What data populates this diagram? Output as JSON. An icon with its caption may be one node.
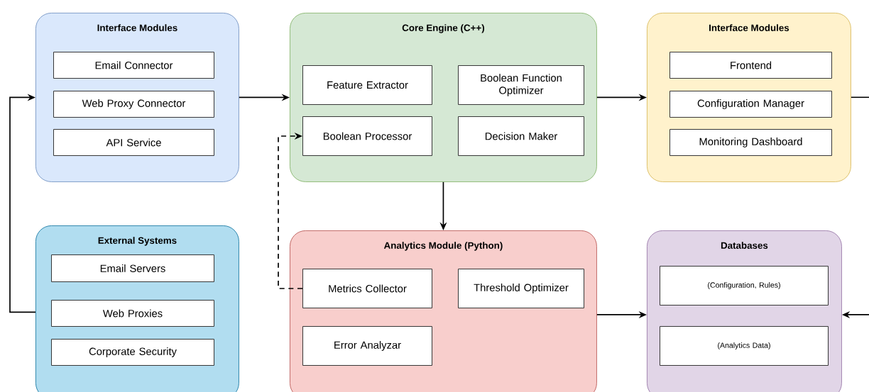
{
  "diagram": {
    "nodes": [
      {
        "text": [
          "Interface Modules"
        ]
      },
      {
        "text": [
          "Email Connector"
        ],
        "in": 0
      },
      {
        "text": [
          "Web Proxy Connector"
        ],
        "in": 0
      },
      {
        "text": [
          "API Service"
        ],
        "in": 0
      },
      {
        "text": [
          "Core Engine (C++)"
        ]
      },
      {
        "text": [
          "Feature Extractor"
        ],
        "in": 4
      },
      {
        "text": [
          "Boolean Function Optimizer"
        ],
        "in": 4
      },
      {
        "text": [
          "Boolean Processor"
        ],
        "in": 4
      },
      {
        "text": [
          "Decision Maker"
        ],
        "in": 4
      },
      {
        "text": [
          "Interface Modules"
        ]
      },
      {
        "text": [
          "Frontend"
        ],
        "in": 9
      },
      {
        "text": [
          "Configuration Manager"
        ],
        "in": 9
      },
      {
        "text": [
          "Monitoring Dashboard"
        ],
        "in": 9
      },
      {
        "text": [
          "External Systems"
        ]
      },
      {
        "text": [
          "Email Servers"
        ],
        "in": 13
      },
      {
        "text": [
          "Web Proxies"
        ],
        "in": 13
      },
      {
        "text": [
          "Corporate Security"
        ],
        "in": 13
      },
      {
        "text": [
          "Analytics Module (Python)"
        ]
      },
      {
        "text": [
          "Metrics Collector"
        ],
        "in": 17
      },
      {
        "text": [
          "Threshold Optimizer"
        ],
        "in": 17
      },
      {
        "text": [
          "Error Analyzar"
        ],
        "in": 17
      },
      {
        "text": [
          "Databases"
        ]
      },
      {
        "text": [
          "(Configuration, Rules)"
        ],
        "in": 21
      },
      {
        "text": [
          "(Analytics Data)"
        ],
        "in": 21
      }
    ],
    "edges": [
      {
        "from": 13,
        "to": 0,
        "arrow": "to"
      },
      {
        "from": 0,
        "to": 4,
        "arrow": "to"
      },
      {
        "from": 4,
        "to": 9,
        "arrow": "to"
      },
      {
        "from": 9,
        "to": null,
        "arrow": "none"
      },
      {
        "from": 4,
        "to": 17,
        "arrow": "to"
      },
      {
        "from": 18,
        "to": 7,
        "arrow": "to",
        "style": "dashed"
      },
      {
        "from": 17,
        "to": 21,
        "arrow": "to"
      },
      {
        "from": null,
        "to": 21,
        "arrow": "to"
      }
    ]
  }
}
